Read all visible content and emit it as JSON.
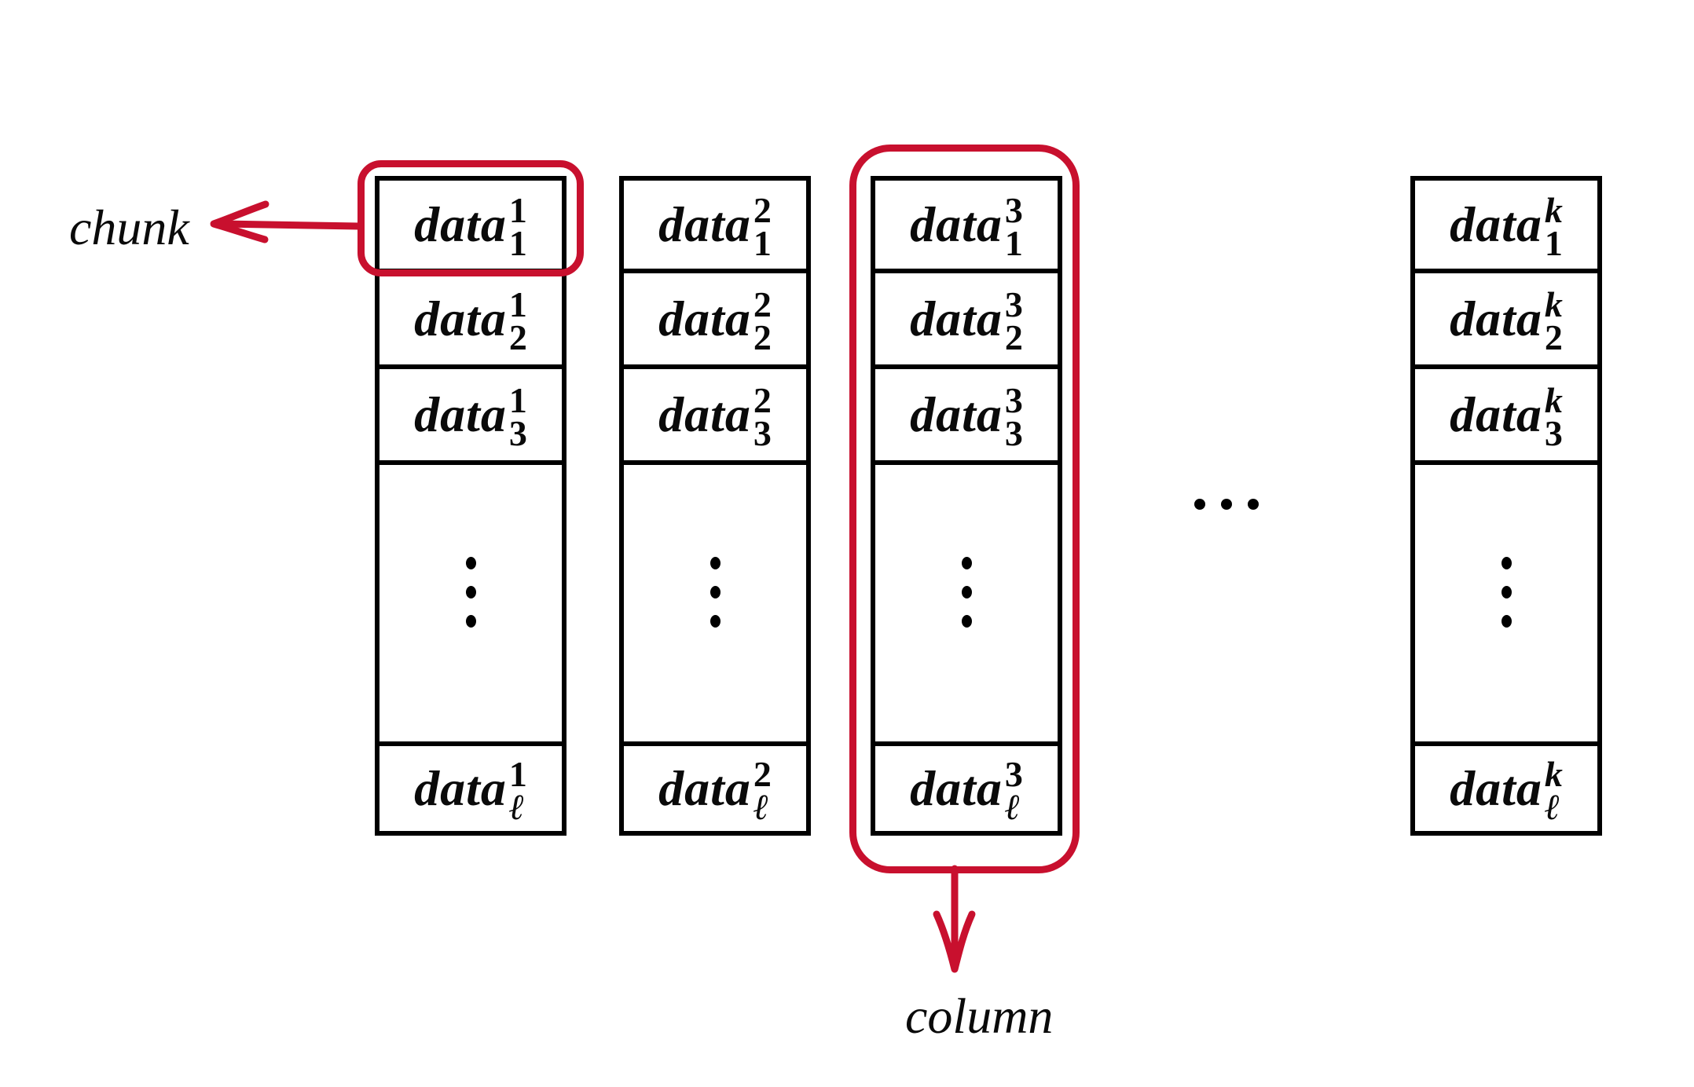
{
  "figure": {
    "background_color": "#ffffff",
    "ink_color": "#0a0a0a",
    "accent_red": "#c8102e",
    "description": "Data matrix split into k columns of l chunks"
  },
  "annotations": {
    "chunk_label": "chunk",
    "column_label": "column"
  },
  "icons": {
    "chunk_arrow": "left-arrow",
    "column_arrow": "down-arrow",
    "vertical_ellipsis_glyph": "⋮",
    "horizontal_ellipsis_glyph": "⋯"
  },
  "columns": [
    {
      "id": "1",
      "cells": [
        {
          "word": "data",
          "sup": "1",
          "sub": "1"
        },
        {
          "word": "data",
          "sup": "1",
          "sub": "2"
        },
        {
          "word": "data",
          "sup": "1",
          "sub": "3"
        },
        {
          "word": "data",
          "sup": "1",
          "sub": "ℓ"
        }
      ]
    },
    {
      "id": "2",
      "cells": [
        {
          "word": "data",
          "sup": "2",
          "sub": "1"
        },
        {
          "word": "data",
          "sup": "2",
          "sub": "2"
        },
        {
          "word": "data",
          "sup": "2",
          "sub": "3"
        },
        {
          "word": "data",
          "sup": "2",
          "sub": "ℓ"
        }
      ]
    },
    {
      "id": "3",
      "cells": [
        {
          "word": "data",
          "sup": "3",
          "sub": "1"
        },
        {
          "word": "data",
          "sup": "3",
          "sub": "2"
        },
        {
          "word": "data",
          "sup": "3",
          "sub": "3"
        },
        {
          "word": "data",
          "sup": "3",
          "sub": "ℓ"
        }
      ]
    },
    {
      "id": "k",
      "cells": [
        {
          "word": "data",
          "sup": "k",
          "sub": "1"
        },
        {
          "word": "data",
          "sup": "k",
          "sub": "2"
        },
        {
          "word": "data",
          "sup": "k",
          "sub": "3"
        },
        {
          "word": "data",
          "sup": "k",
          "sub": "ℓ"
        }
      ]
    }
  ]
}
